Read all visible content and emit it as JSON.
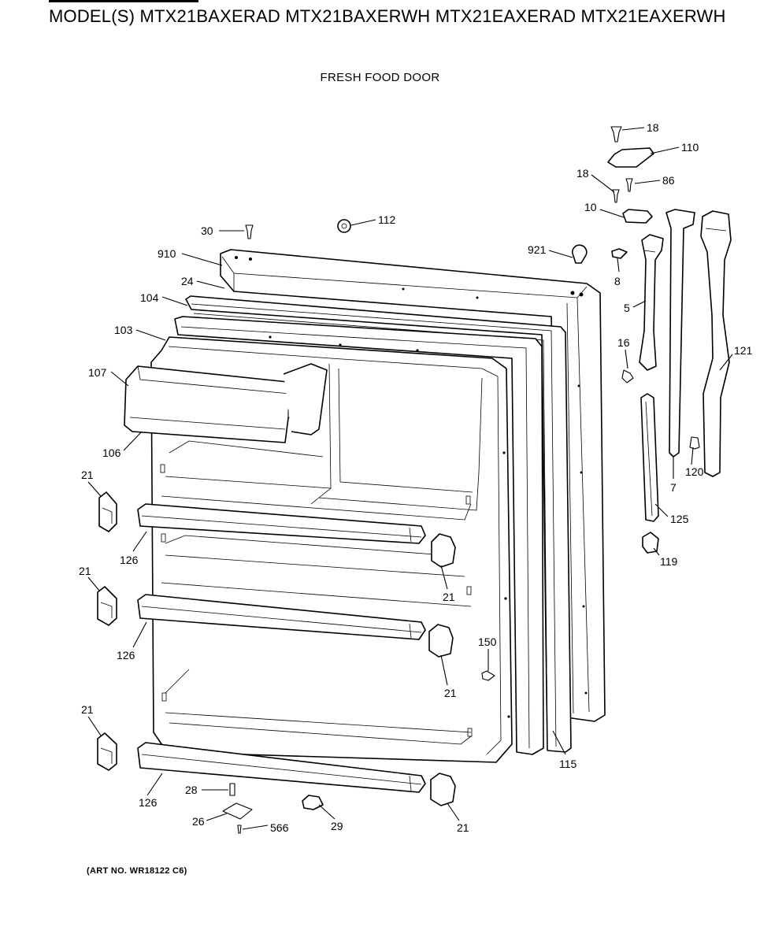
{
  "header": {
    "models": "MODEL(S) MTX21BAXERAD  MTX21BAXERWH  MTX21EAXERAD  MTX21EAXERWH",
    "section": "FRESH FOOD DOOR"
  },
  "footer": {
    "art_no": "(ART NO. WR18122 C6)"
  },
  "callouts": {
    "c18a": "18",
    "c110": "110",
    "c18b": "18",
    "c86": "86",
    "c10": "10",
    "c30": "30",
    "c112": "112",
    "c910": "910",
    "c921": "921",
    "c8": "8",
    "c24": "24",
    "c104": "104",
    "c5": "5",
    "c103": "103",
    "c16": "16",
    "c121": "121",
    "c107": "107",
    "c106": "106",
    "c120": "120",
    "c7": "7",
    "c21a": "21",
    "c125": "125",
    "c126a": "126",
    "c119": "119",
    "c21b": "21",
    "c21c": "21",
    "c150": "150",
    "c126b": "126",
    "c21d": "21",
    "c21e": "21",
    "c115": "115",
    "c28": "28",
    "c126c": "126",
    "c26": "26",
    "c566": "566",
    "c29": "29",
    "c21f": "21"
  }
}
